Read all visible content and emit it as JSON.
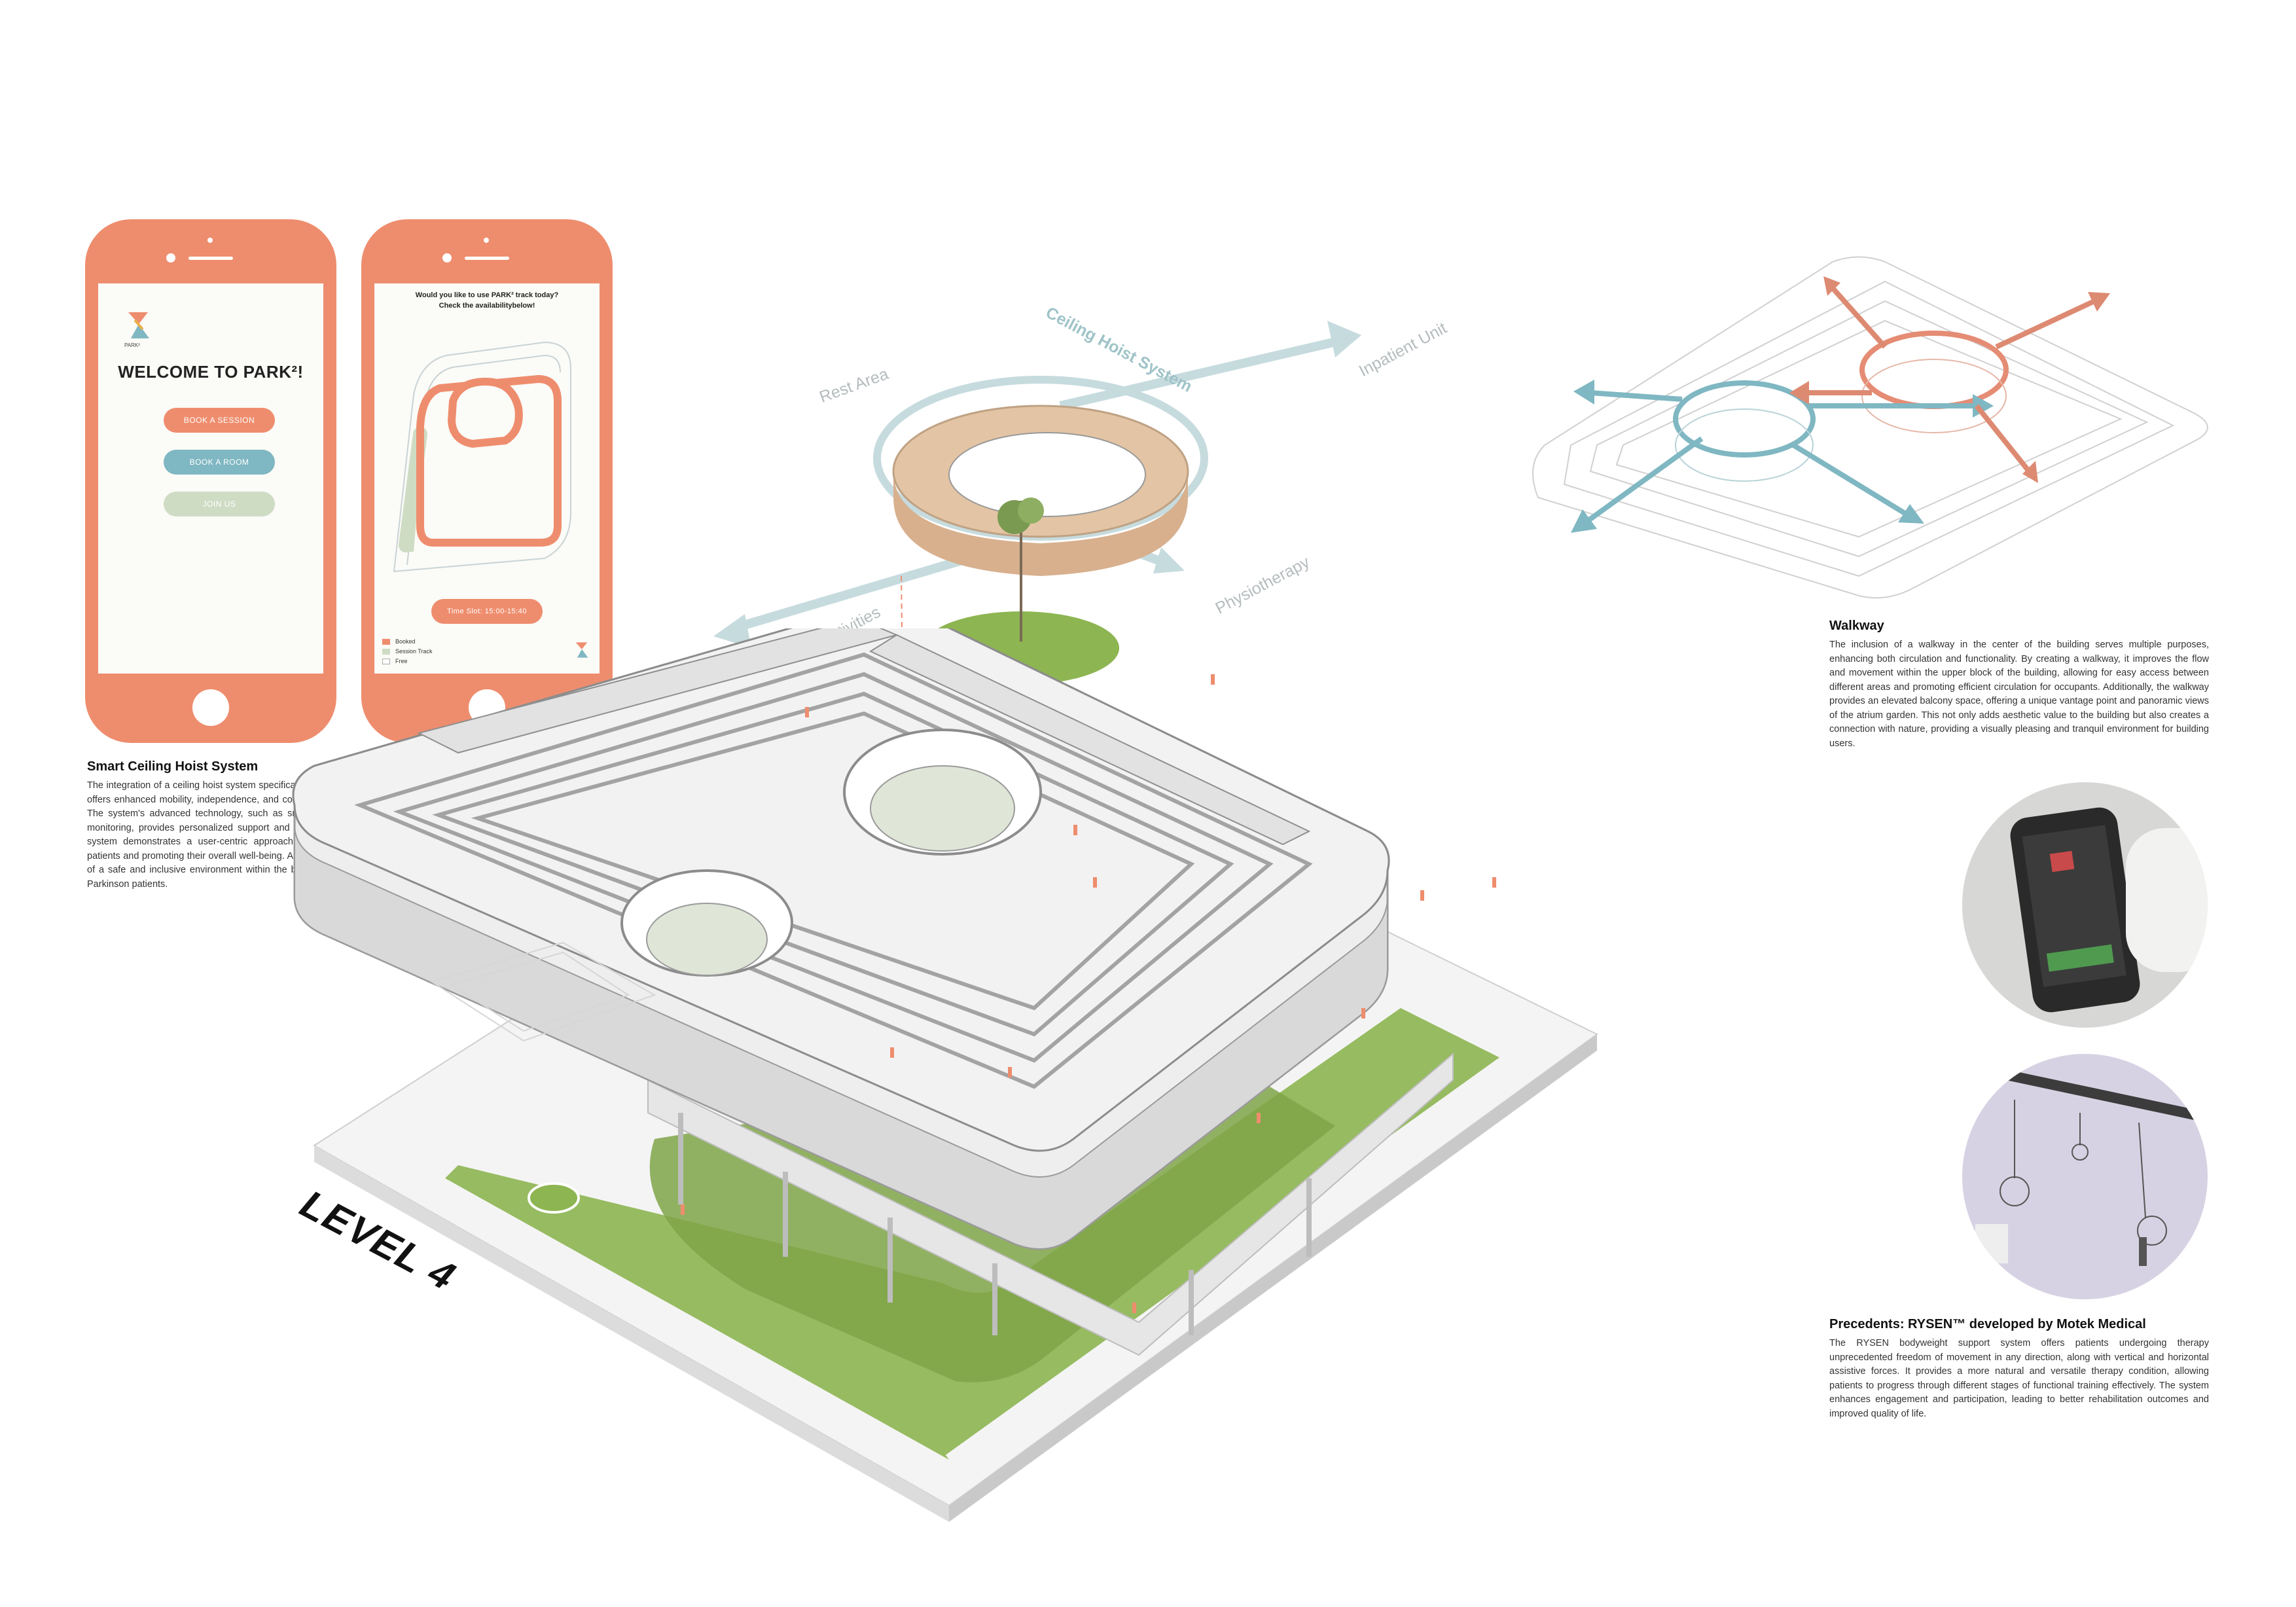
{
  "phone_welcome": {
    "brand": "PARK²",
    "welcome": "WELCOME TO PARK²!",
    "buttons": [
      "BOOK A SESSION",
      "BOOK A ROOM",
      "JOIN US"
    ]
  },
  "phone_booking": {
    "question_line1": "Would you like to use PARK² track today?",
    "question_line2": "Check the availabilitybelow!",
    "time_slot": "Time Slot: 15:00-15:40",
    "legend": [
      "Booked",
      "Session Track",
      "Free"
    ],
    "brand": "PARK²"
  },
  "ceiling_section": {
    "title": "Smart Ceiling Hoist System",
    "body": "The integration of a ceiling hoist system specifically designed for Parkinson patients in the project offers enhanced mobility, independence, and confidence to individuals with Parkinson's disease. The system's advanced technology, such as smartphone-controlled force adjustment and gait monitoring, provides personalized support and convenience. The inclusion of the ceiling hoist system demonstrates a user-centric approach, addressing the specific needs of Parkinson patients and promoting their overall well-being. Additionally, the system contributes to the creation of a safe and inclusive environment within the building, supporting the mobility and activities of Parkinson patients."
  },
  "diagram_labels": {
    "hoist": "Ceiling Hoist System",
    "rest": "Rest Area",
    "inpatient": "Inpatient Unit",
    "group": "Group Activities",
    "physio": "Physiotherapy"
  },
  "walkway_section": {
    "title": "Walkway",
    "body": "The inclusion of a walkway in the center of the building serves multiple purposes, enhancing both circulation and functionality. By creating a walkway, it improves the flow and movement within the upper block of the building, allowing for easy access between different areas and promoting efficient circulation for occupants. Additionally, the walkway provides an elevated balcony space, offering a unique vantage point and panoramic views of the atrium garden. This not only adds aesthetic value to the building but also creates a connection with nature, providing a visually pleasing and tranquil environment for building users."
  },
  "precedents_section": {
    "title": "Precedents:  RYSEN™ developed by Motek Medical",
    "body": "The RYSEN bodyweight support system offers patients undergoing therapy unprecedented freedom of movement in any direction, along with vertical and horizontal assistive forces. It provides a more natural and versatile therapy condition, allowing patients to progress through different stages of functional training effectively. The system enhances engagement and participation, leading to better rehabilitation outcomes and improved quality of life."
  },
  "level_label": "LEVEL 4",
  "colors": {
    "accent": "#ee8d6e",
    "teal": "#7fb7c2",
    "sage": "#cfdcc4",
    "grass": "#8db551"
  }
}
